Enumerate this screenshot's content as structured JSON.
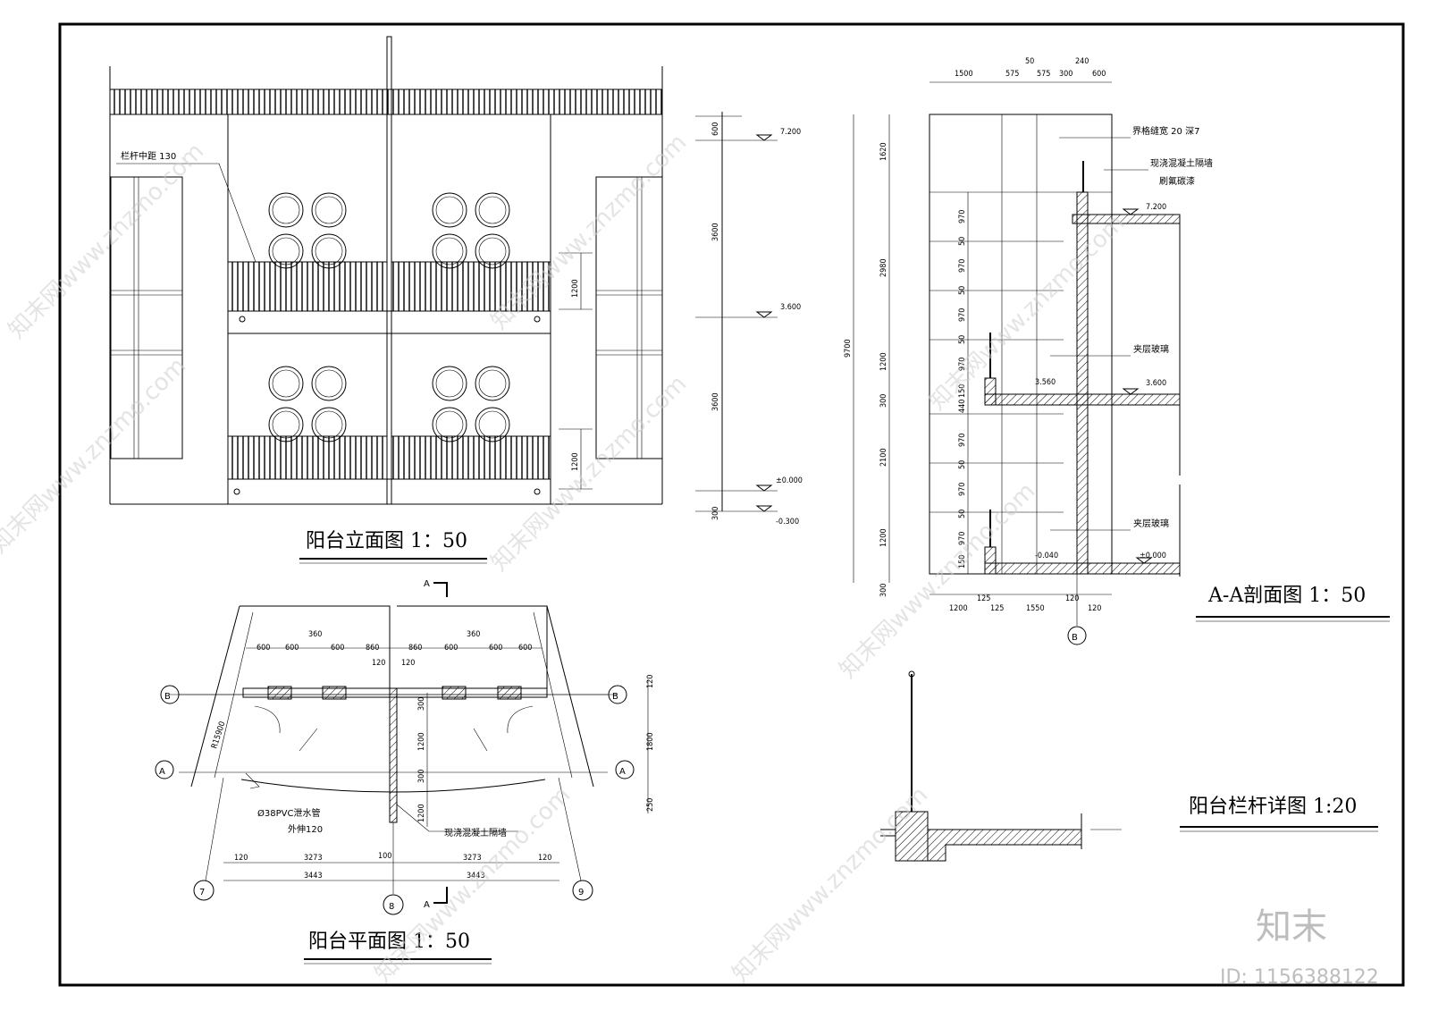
{
  "titles": {
    "elevation": "阳台立面图 1：50",
    "section": "A-A剖面图 1：50",
    "plan": "阳台平面图 1：50",
    "railing_detail": "阳台栏杆详图 1:20"
  },
  "elevation": {
    "rail_note": "栏杆中距 130",
    "levels": [
      "7.200",
      "3.600",
      "±0.000",
      "-0.300"
    ],
    "dims_right": [
      "600",
      "3600",
      "1200",
      "3600",
      "1200",
      "300"
    ]
  },
  "section": {
    "top_dims": [
      "1500",
      "575",
      "50",
      "575",
      "300",
      "240",
      "600"
    ],
    "top_dims_labels": {
      "d1500": "1500",
      "d575a": "575",
      "d50": "50",
      "d575b": "575",
      "d300": "300",
      "d240": "240",
      "d600": "600"
    },
    "left_total": "9700",
    "left_dims": [
      "1620",
      "2980",
      "1200",
      "300",
      "2100",
      "1200",
      "300"
    ],
    "inner_dims": [
      "970",
      "50",
      "970",
      "50",
      "970",
      "50",
      "970",
      "150",
      "440",
      "970",
      "50",
      "970",
      "50",
      "970",
      "150"
    ],
    "notes": {
      "joint": "界格缝宽 20 深7",
      "wall": "现浇混凝土隔墙",
      "paint": "刷氟碳漆",
      "glass1": "夹层玻璃",
      "glass2": "夹层玻璃"
    },
    "levels": {
      "l7200": "7.200",
      "l3600": "3.600",
      "l3560": "3.560",
      "l0000": "±0.000",
      "l0040": "-0.040"
    },
    "bottom_dims": [
      "1200",
      "125",
      "125",
      "1550",
      "120",
      "120"
    ],
    "axis": "B"
  },
  "plan": {
    "dims_top_left": [
      "360",
      "600",
      "600",
      "600",
      "860"
    ],
    "dims_top_right": [
      "360",
      "860",
      "600",
      "600",
      "600"
    ],
    "mid_dims": [
      "120",
      "120"
    ],
    "right_dims": [
      "120",
      "1800",
      "250"
    ],
    "center_dims": [
      "300",
      "1200",
      "300",
      "1200"
    ],
    "radius": "R15900",
    "pvc_note": "Ø38PVC泄水管",
    "pvc_note2": "外伸120",
    "wall_note": "现浇混凝土隔墙",
    "bottom_dims1": [
      "120",
      "3273",
      "100",
      "3273",
      "120"
    ],
    "bottom_dims2": [
      "3443",
      "3443"
    ],
    "axes": {
      "a7": "7",
      "a8": "8",
      "a9": "9",
      "A": "A",
      "B": "B"
    },
    "section_mark": "A"
  },
  "watermark": {
    "site": "知末网www.znzmo.com",
    "brand": "知末",
    "id": "ID: 1156388122"
  }
}
